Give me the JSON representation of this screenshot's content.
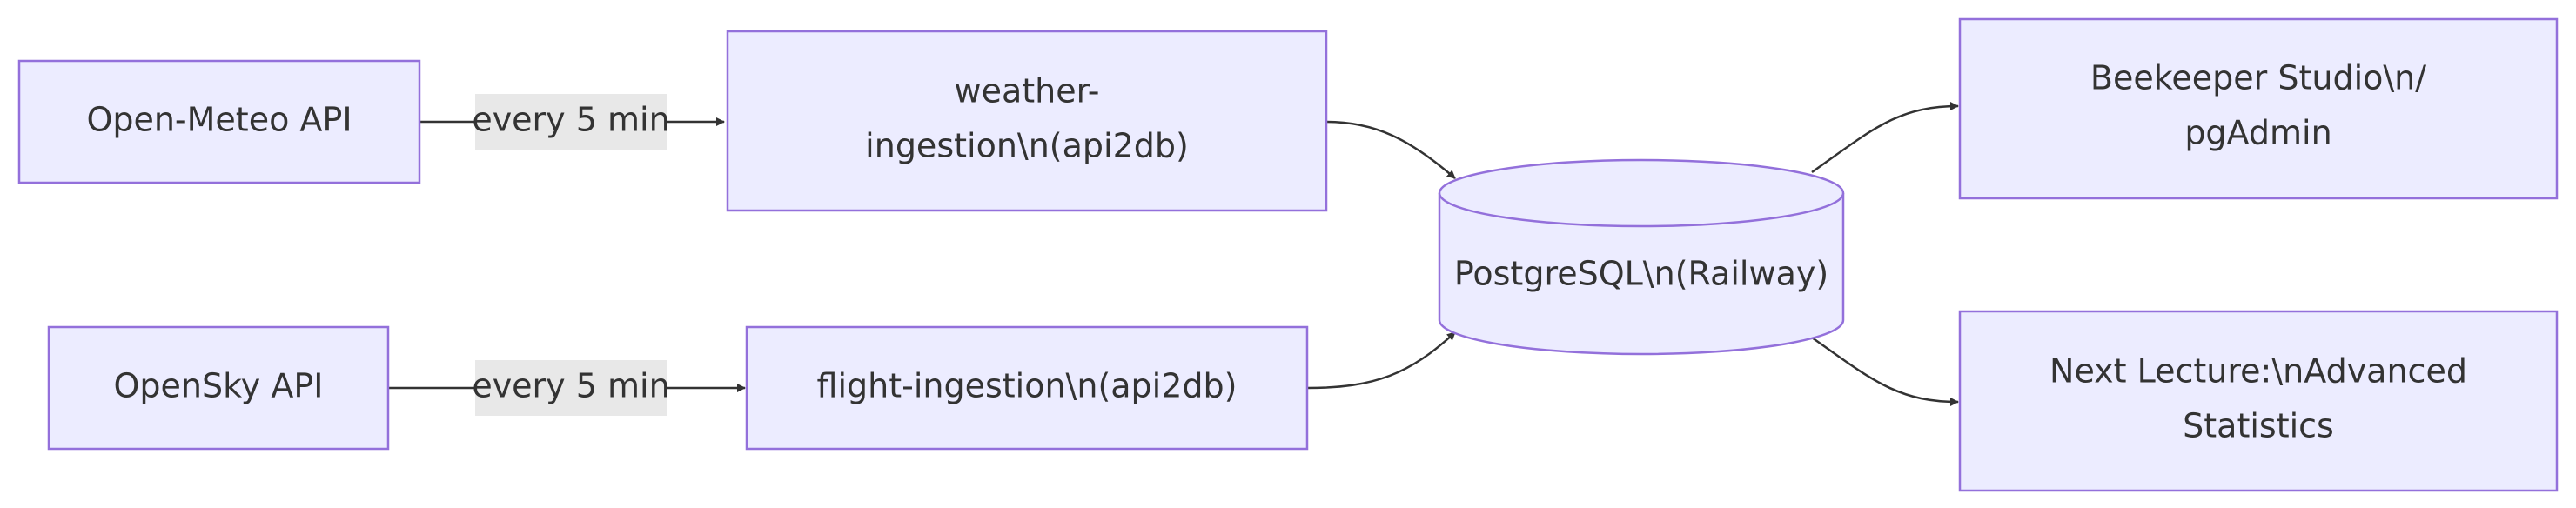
{
  "nodes": {
    "open_meteo": {
      "label": [
        "Open-Meteo API"
      ]
    },
    "opensky": {
      "label": [
        "OpenSky API"
      ]
    },
    "weather_ingestion": {
      "label": [
        "weather-",
        "ingestion\\n(api2db)"
      ]
    },
    "flight_ingestion": {
      "label": [
        "flight-ingestion\\n(api2db)"
      ]
    },
    "postgres": {
      "label": [
        "PostgreSQL\\n(Railway)"
      ]
    },
    "beekeeper": {
      "label": [
        "Beekeeper Studio\\n/",
        "pgAdmin"
      ]
    },
    "next_lecture": {
      "label": [
        "Next Lecture:\\nAdvanced",
        "Statistics"
      ]
    }
  },
  "edges": {
    "meteo_to_weather": {
      "label": "every 5 min"
    },
    "opensky_to_flight": {
      "label": "every 5 min"
    }
  },
  "colors": {
    "node_fill": "#ECECFF",
    "node_stroke": "#9370DB",
    "edge": "#333333",
    "edge_label_bg": "#E8E8E8"
  }
}
